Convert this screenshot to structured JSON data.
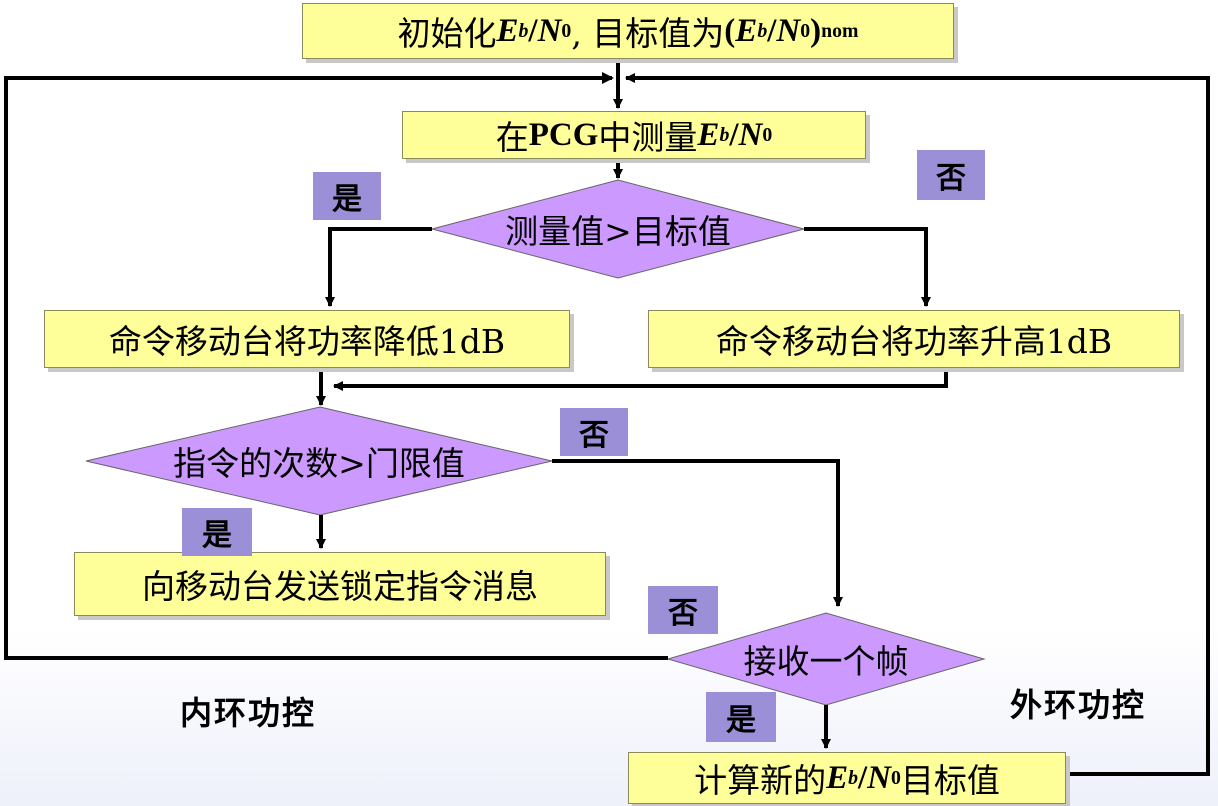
{
  "nodes": {
    "init": {
      "prefix": "初始化",
      "mid": ", 目标值为"
    },
    "measure": {
      "prefix": "在",
      "pcg": "PCG",
      "mid": "中测量"
    },
    "decision1": "测量值>目标值",
    "lower": "命令移动台将功率降低1dB",
    "raise": "命令移动台将功率升高1dB",
    "decision2": "指令的次数>门限值",
    "lock": "向移动台发送锁定指令消息",
    "decision3": "接收一个帧",
    "newtarget": {
      "prefix": "计算新的",
      "suffix": "目标值"
    }
  },
  "math": {
    "E": "E",
    "b": "b",
    "slash": "/",
    "N": "N",
    "zero": "0",
    "nom": "nom"
  },
  "tags": {
    "yes1": "是",
    "no1": "否",
    "no2": "否",
    "yes2": "是",
    "no3": "否",
    "yes3": "是"
  },
  "labels": {
    "inner": "内环功控",
    "outer": "外环功控"
  },
  "colors": {
    "box": "#ffff99",
    "diamond": "#cc99ff",
    "tag": "#9b8fd8",
    "line": "#000000"
  }
}
